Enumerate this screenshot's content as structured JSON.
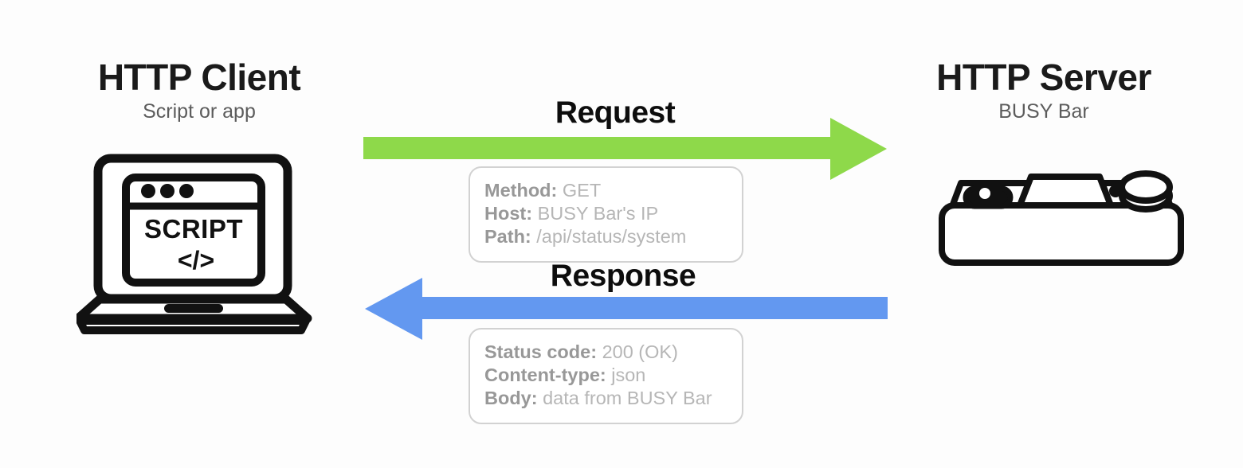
{
  "diagram": {
    "title": "HTTP request and response flow between client and server",
    "background_color": "#fdfdfd"
  },
  "client": {
    "title": "HTTP Client",
    "subtitle": "Script or app",
    "icon": "laptop-icon",
    "screen_text": "SCRIPT",
    "screen_code_glyph": "</>"
  },
  "server": {
    "title": "HTTP Server",
    "subtitle": "BUSY Bar",
    "icon": "busy-bar-device-icon"
  },
  "request": {
    "label": "Request",
    "arrow_color": "#8ed94a",
    "direction": "client-to-server",
    "details": [
      {
        "key": "Method:",
        "value": "GET"
      },
      {
        "key": "Host:",
        "value": "BUSY Bar's IP"
      },
      {
        "key": "Path:",
        "value": "/api/status/system"
      }
    ]
  },
  "response": {
    "label": "Response",
    "arrow_color": "#6398f0",
    "direction": "server-to-client",
    "details": [
      {
        "key": "Status code:",
        "value": "200 (OK)"
      },
      {
        "key": "Content-type:",
        "value": "json"
      },
      {
        "key": "Body:",
        "value": "data from BUSY Bar"
      }
    ]
  },
  "colors": {
    "green_arrow": "#8ed94a",
    "blue_arrow": "#6398f0",
    "heading_text": "#1a1a1a",
    "subtitle_text": "#5c5c5c",
    "box_border": "#d2d2d2",
    "detail_key_text": "#989898",
    "detail_value_text": "#b6b6b6",
    "icon_stroke": "#111111"
  }
}
